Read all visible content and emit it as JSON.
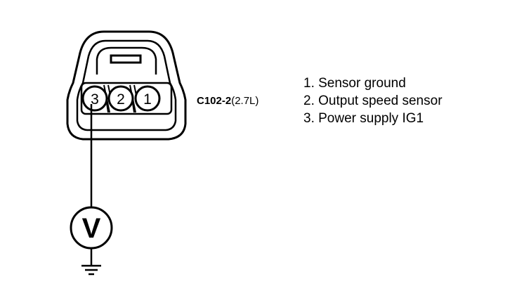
{
  "connector": {
    "id": "C102-2",
    "variant": "(2.7L)",
    "pins": [
      {
        "number": "3"
      },
      {
        "number": "2"
      },
      {
        "number": "1"
      }
    ]
  },
  "legend": [
    "1. Sensor ground",
    "2. Output speed sensor",
    "3. Power supply IG1"
  ],
  "meter": {
    "symbol": "V",
    "icon": "voltmeter-icon"
  },
  "ground": {
    "icon": "ground-icon"
  }
}
